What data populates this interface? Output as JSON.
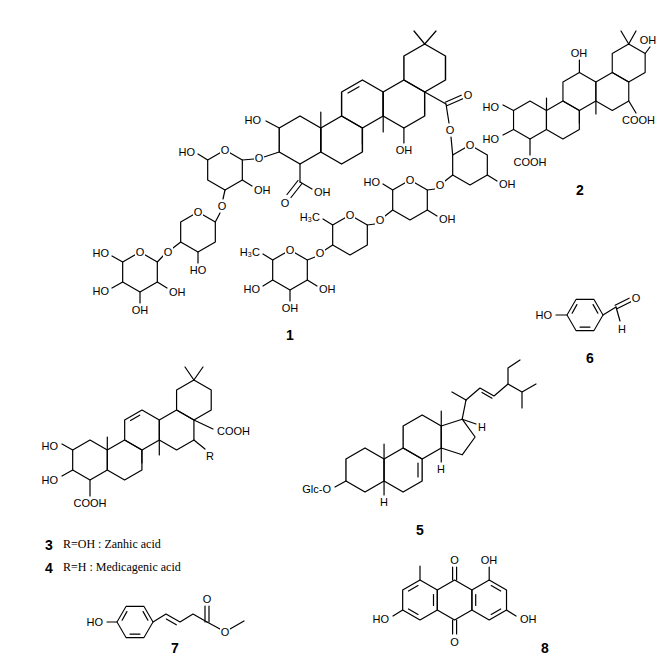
{
  "diagram": {
    "labels": [
      "HO",
      "O",
      "O",
      "OH",
      "OH",
      "O",
      "O",
      "O",
      "OH",
      "HO",
      "O",
      "O",
      "HO",
      "O",
      "O",
      "HO",
      "HO",
      "OH",
      "OH",
      "O",
      "OH",
      "O",
      "O",
      "HO",
      "OH",
      "O",
      "O",
      "H₃C",
      "O",
      "O",
      "H₃C",
      "HO",
      "OH",
      "OH",
      "1",
      "HO",
      "HO",
      "COOH",
      "OH",
      "OH",
      "COOH",
      "2",
      "HO",
      "HO",
      "COOH",
      "COOH",
      "R",
      "3",
      "R=OH : Zanhic acid",
      "4",
      "R=H : Medicagenic acid",
      "Glc-O",
      "H",
      "H",
      "H",
      "5",
      "HO",
      "O",
      "H",
      "6",
      "HO",
      "O",
      "O",
      "7",
      "O",
      "O",
      "HO",
      "OH",
      "OH",
      "8"
    ]
  }
}
